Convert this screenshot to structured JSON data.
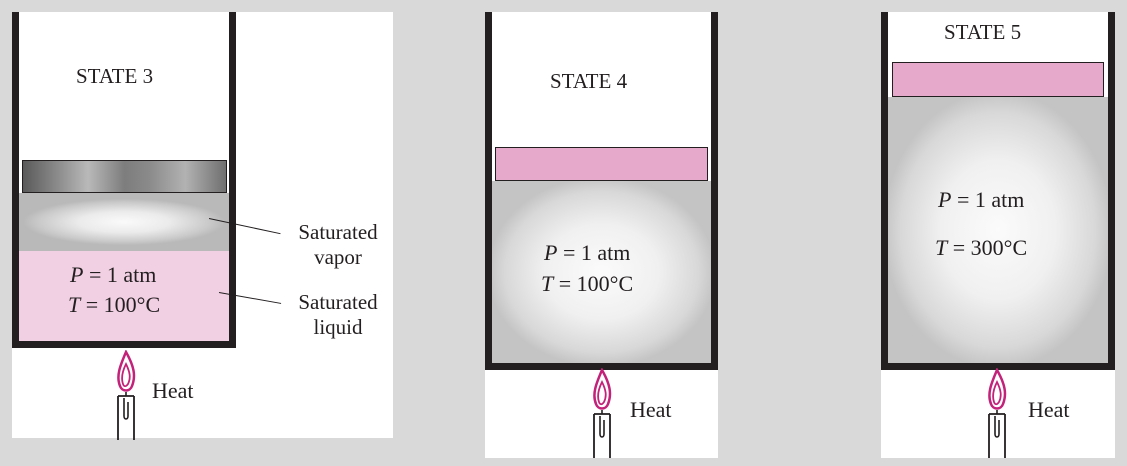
{
  "states": [
    {
      "title": "STATE 3",
      "pressure_symbol": "P",
      "pressure_value": "= 1 atm",
      "temperature_symbol": "T",
      "temperature_value": "= 100°C",
      "heat_label": "Heat",
      "vapor_label_line1": "Saturated",
      "vapor_label_line2": "vapor",
      "liquid_label_line1": "Saturated",
      "liquid_label_line2": "liquid"
    },
    {
      "title": "STATE 4",
      "pressure_symbol": "P",
      "pressure_value": "= 1 atm",
      "temperature_symbol": "T",
      "temperature_value": "= 100°C",
      "heat_label": "Heat"
    },
    {
      "title": "STATE 5",
      "pressure_symbol": "P",
      "pressure_value": "= 1 atm",
      "temperature_symbol": "T",
      "temperature_value": "= 300°C",
      "heat_label": "Heat"
    }
  ],
  "colors": {
    "background": "#d9d9d9",
    "wall": "#231f20",
    "piston_pink": "#e6a9cb",
    "liquid": "#f2d0e4",
    "flame": "#c2227a"
  }
}
